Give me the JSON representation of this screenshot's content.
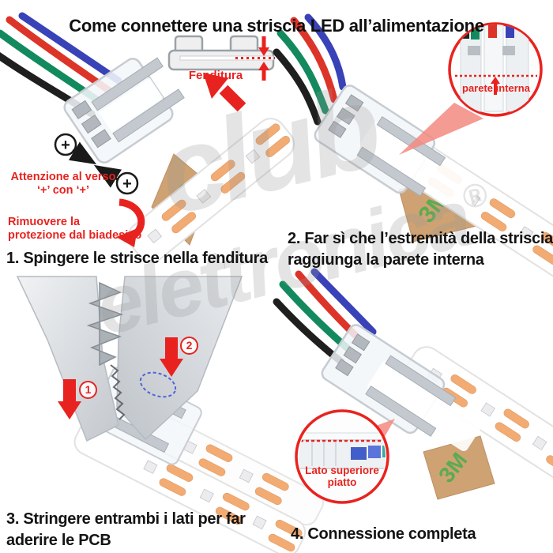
{
  "title": "Come connettere una striscia LED all’alimentazione",
  "watermark": {
    "word1": "club",
    "word2": "elettronica",
    "registered": "®"
  },
  "adhesive_label": "3M",
  "step1": {
    "caption": "1. Spingere le strisce nella fenditura",
    "inset_label": "Fenditura",
    "plus": "+",
    "warning_verso_line1": "Attenzione al verso",
    "warning_verso_line2": "‘+’  con  ‘+’",
    "warning_biadesivo_line1": "Rimuovere la",
    "warning_biadesivo_line2": "protezione dal biadesivo"
  },
  "step2": {
    "caption_line1": "2. Far sì che l’estremità della striscia",
    "caption_line2": "raggiunga la parete interna",
    "inset_label": "parete interna"
  },
  "step3": {
    "caption_line1": "3. Stringere entrambi i lati per far",
    "caption_line2": "aderire le PCB",
    "marker1": "1",
    "marker2": "2"
  },
  "step4": {
    "caption": "4. Connessione completa",
    "inset_label_line1": "Lato superiore",
    "inset_label_line2": "piatto"
  },
  "colors": {
    "accent_red": "#e8231f",
    "wire_black": "#1f1f1f",
    "wire_green": "#128a5e",
    "wire_red": "#dd3429",
    "wire_blue": "#3a42b8",
    "adhesive_tan": "#cfa273",
    "adhesive_green": "#3fae49",
    "pad_orange": "#f2ab72",
    "watermark_gray": "#dadada"
  }
}
